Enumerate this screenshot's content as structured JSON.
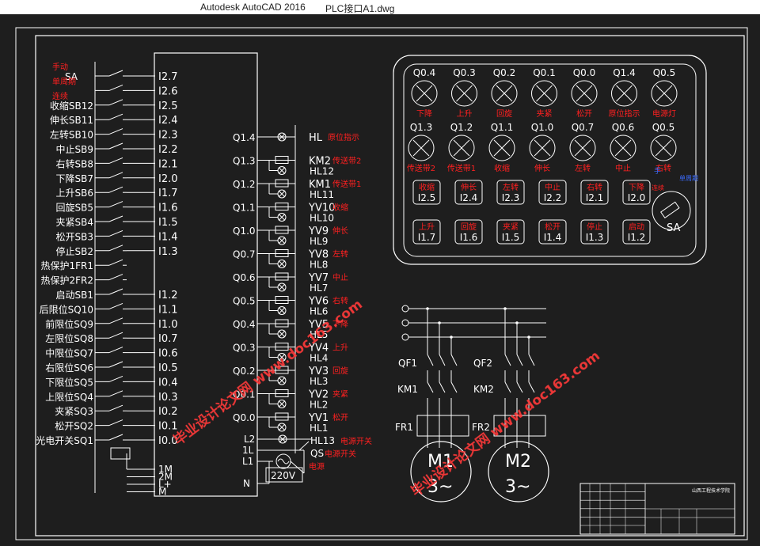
{
  "window": {
    "app_title": "Autodesk AutoCAD 2016",
    "file_name": "PLC接口A1.dwg"
  },
  "watermarks": {
    "left": "毕业设计论文网 www.doc163.com",
    "right": "毕业设计论文网 www.doc163.com"
  },
  "colors": {
    "background": "#1e1e1e",
    "line": "#ffffff",
    "annotation": "#ff2020",
    "watermark": "#ff3a3a",
    "accent_blue": "#3a6bff"
  },
  "plc": {
    "inputs": [
      {
        "device": "SA",
        "port": "I2.7",
        "note": "手动"
      },
      {
        "device": "",
        "port": "I2.6",
        "note": "单周期"
      },
      {
        "device": "收缩SB12",
        "port": "I2.5",
        "note": "连续"
      },
      {
        "device": "伸长SB11",
        "port": "I2.4",
        "note": ""
      },
      {
        "device": "左转SB10",
        "port": "I2.3",
        "note": ""
      },
      {
        "device": "中止SB9",
        "port": "I2.2",
        "note": ""
      },
      {
        "device": "右转SB8",
        "port": "I2.1",
        "note": ""
      },
      {
        "device": "下降SB7",
        "port": "I2.0",
        "note": ""
      },
      {
        "device": "上升SB6",
        "port": "I1.7",
        "note": ""
      },
      {
        "device": "回旋SB5",
        "port": "I1.6",
        "note": ""
      },
      {
        "device": "夹紧SB4",
        "port": "I1.5",
        "note": ""
      },
      {
        "device": "松开SB3",
        "port": "I1.4",
        "note": ""
      },
      {
        "device": "停止SB2",
        "port": "I1.3",
        "note": ""
      },
      {
        "device": "热保护1FR1",
        "port": "",
        "note": ""
      },
      {
        "device": "热保护2FR2",
        "port": "",
        "note": ""
      },
      {
        "device": "启动SB1",
        "port": "I1.2",
        "note": ""
      },
      {
        "device": "后限位SQ10",
        "port": "I1.1",
        "note": ""
      },
      {
        "device": "前限位SQ9",
        "port": "I1.0",
        "note": ""
      },
      {
        "device": "左限位SQ8",
        "port": "I0.7",
        "note": ""
      },
      {
        "device": "中限位SQ7",
        "port": "I0.6",
        "note": ""
      },
      {
        "device": "右限位SQ6",
        "port": "I0.5",
        "note": ""
      },
      {
        "device": "下限位SQ5",
        "port": "I0.4",
        "note": ""
      },
      {
        "device": "上限位SQ4",
        "port": "I0.3",
        "note": ""
      },
      {
        "device": "夹紧SQ3",
        "port": "I0.2",
        "note": ""
      },
      {
        "device": "松开SQ2",
        "port": "I0.1",
        "note": ""
      },
      {
        "device": "光电开关SQ1",
        "port": "I0.0",
        "note": ""
      }
    ],
    "bottom_terminals": [
      "1M",
      "2M",
      "L+",
      "M"
    ],
    "outputs": [
      {
        "port": "Q1.4",
        "device": "HL",
        "extra": "",
        "note": "原位指示"
      },
      {
        "port": "Q1.3",
        "device": "KM2",
        "extra": "HL12",
        "note": "传送带2"
      },
      {
        "port": "Q1.2",
        "device": "KM1",
        "extra": "HL11",
        "note": "传送带1"
      },
      {
        "port": "Q1.1",
        "device": "YV10",
        "extra": "HL10",
        "note": "收缩"
      },
      {
        "port": "Q1.0",
        "device": "YV9",
        "extra": "HL9",
        "note": "伸长"
      },
      {
        "port": "Q0.7",
        "device": "YV8",
        "extra": "HL8",
        "note": "左转"
      },
      {
        "port": "Q0.6",
        "device": "YV7",
        "extra": "HL7",
        "note": "中止"
      },
      {
        "port": "Q0.5",
        "device": "YV6",
        "extra": "HL6",
        "note": "右转"
      },
      {
        "port": "Q0.4",
        "device": "YV5",
        "extra": "HL5",
        "note": "下降"
      },
      {
        "port": "Q0.3",
        "device": "YV4",
        "extra": "HL4",
        "note": "上升"
      },
      {
        "port": "Q0.2",
        "device": "YV3",
        "extra": "HL3",
        "note": "回旋"
      },
      {
        "port": "Q0.1",
        "device": "YV2",
        "extra": "HL2",
        "note": "夹紧"
      },
      {
        "port": "Q0.0",
        "device": "YV1",
        "extra": "HL1",
        "note": "松开"
      }
    ],
    "power": {
      "l2": "L2",
      "l1a": "1L",
      "l1b": "L1",
      "n": "N",
      "hl13": "HL13",
      "hl13_note": "电源开关",
      "qs": "QS",
      "qs_note": "电源开关",
      "supply": "220V",
      "supply_note": "电源"
    }
  },
  "panel": {
    "lamp_row1": [
      {
        "port": "Q0.4",
        "label": "下降"
      },
      {
        "port": "Q0.3",
        "label": "上升"
      },
      {
        "port": "Q0.2",
        "label": "回旋"
      },
      {
        "port": "Q0.1",
        "label": "夹紧"
      },
      {
        "port": "Q0.0",
        "label": "松开"
      },
      {
        "port": "Q1.4",
        "label": "原位指示"
      },
      {
        "port": "Q0.5",
        "label": "电源灯"
      }
    ],
    "lamp_row2": [
      {
        "port": "Q1.3",
        "label": "传送带2"
      },
      {
        "port": "Q1.2",
        "label": "传送带1"
      },
      {
        "port": "Q1.1",
        "label": "收缩"
      },
      {
        "port": "Q1.0",
        "label": "伸长"
      },
      {
        "port": "Q0.7",
        "label": "左转"
      },
      {
        "port": "Q0.6",
        "label": "中止"
      },
      {
        "port": "Q0.5",
        "label": "右转"
      }
    ],
    "button_row1": [
      {
        "label": "收缩",
        "port": "I2.5"
      },
      {
        "label": "伸长",
        "port": "I2.4"
      },
      {
        "label": "左转",
        "port": "I2.3"
      },
      {
        "label": "中止",
        "port": "I2.2"
      },
      {
        "label": "右转",
        "port": "I2.1"
      },
      {
        "label": "下降",
        "port": "I2.0"
      }
    ],
    "button_row2": [
      {
        "label": "上升",
        "port": "I1.7"
      },
      {
        "label": "回旋",
        "port": "I1.6"
      },
      {
        "label": "夹紧",
        "port": "I1.5"
      },
      {
        "label": "松开",
        "port": "I1.4"
      },
      {
        "label": "停止",
        "port": "I1.3"
      },
      {
        "label": "启动",
        "port": "I1.2"
      }
    ],
    "selector": {
      "name": "SA",
      "note_top": "手",
      "note_right": "单周期",
      "note_left": "连续"
    }
  },
  "motor_circuit": {
    "qf1": "QF1",
    "qf2": "QF2",
    "km1": "KM1",
    "km2": "KM2",
    "fr1": "FR1",
    "fr2": "FR2",
    "m1": "M1",
    "m2": "M2",
    "phase": "3~"
  },
  "title_block": {
    "school": "山西工程技术学院"
  }
}
